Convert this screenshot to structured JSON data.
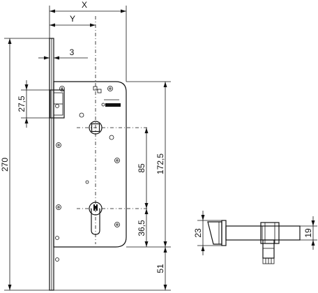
{
  "dimensions": {
    "x": "X",
    "y": "Y",
    "strike_offset": "3",
    "latch_height": "27,5",
    "overall_height": "270",
    "spindle_to_key": "85",
    "case_height": "172,5",
    "key_to_case_bottom": "36,5",
    "case_bottom_to_plate_end": "51",
    "side_total": "23",
    "side_bolt": "19"
  }
}
